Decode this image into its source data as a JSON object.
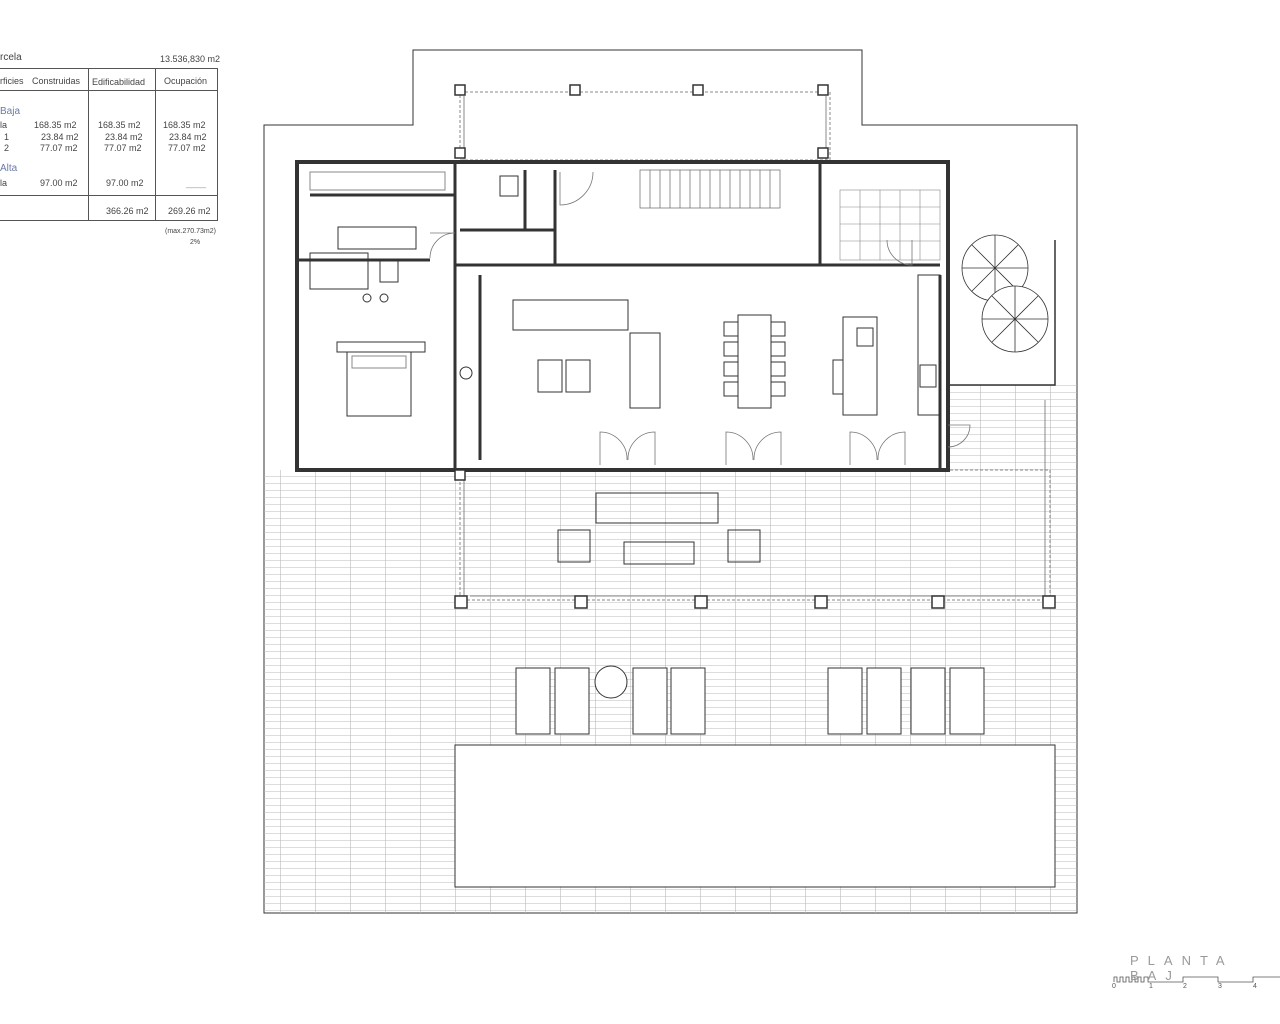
{
  "table": {
    "parcel_label": "rcela",
    "parcel_area": "13.536,830 m2",
    "headers": [
      "rficies",
      "Construidas",
      "Edificabilidad",
      "Ocupación"
    ],
    "sections": [
      {
        "title": "Baja",
        "rows": [
          {
            "label": "la",
            "construidas": "168.35 m2",
            "edificabilidad": "168.35 m2",
            "ocupacion": "168.35 m2"
          },
          {
            "label": "1",
            "construidas": "23.84 m2",
            "edificabilidad": "23.84 m2",
            "ocupacion": "23.84 m2"
          },
          {
            "label": "2",
            "construidas": "77.07 m2",
            "edificabilidad": "77.07 m2",
            "ocupacion": "77.07 m2"
          }
        ]
      },
      {
        "title": "Alta",
        "rows": [
          {
            "label": "la",
            "construidas": "97.00 m2",
            "edificabilidad": "97.00 m2",
            "ocupacion": "____"
          }
        ]
      }
    ],
    "totals": {
      "edificabilidad": "366.26 m2",
      "ocupacion": "269.26 m2"
    },
    "max_note": "(max.270.73m2)",
    "percent": "2%"
  },
  "plan_title": "PLANTA BAJ",
  "scale": [
    "0",
    "1",
    "2",
    "3",
    "4"
  ]
}
